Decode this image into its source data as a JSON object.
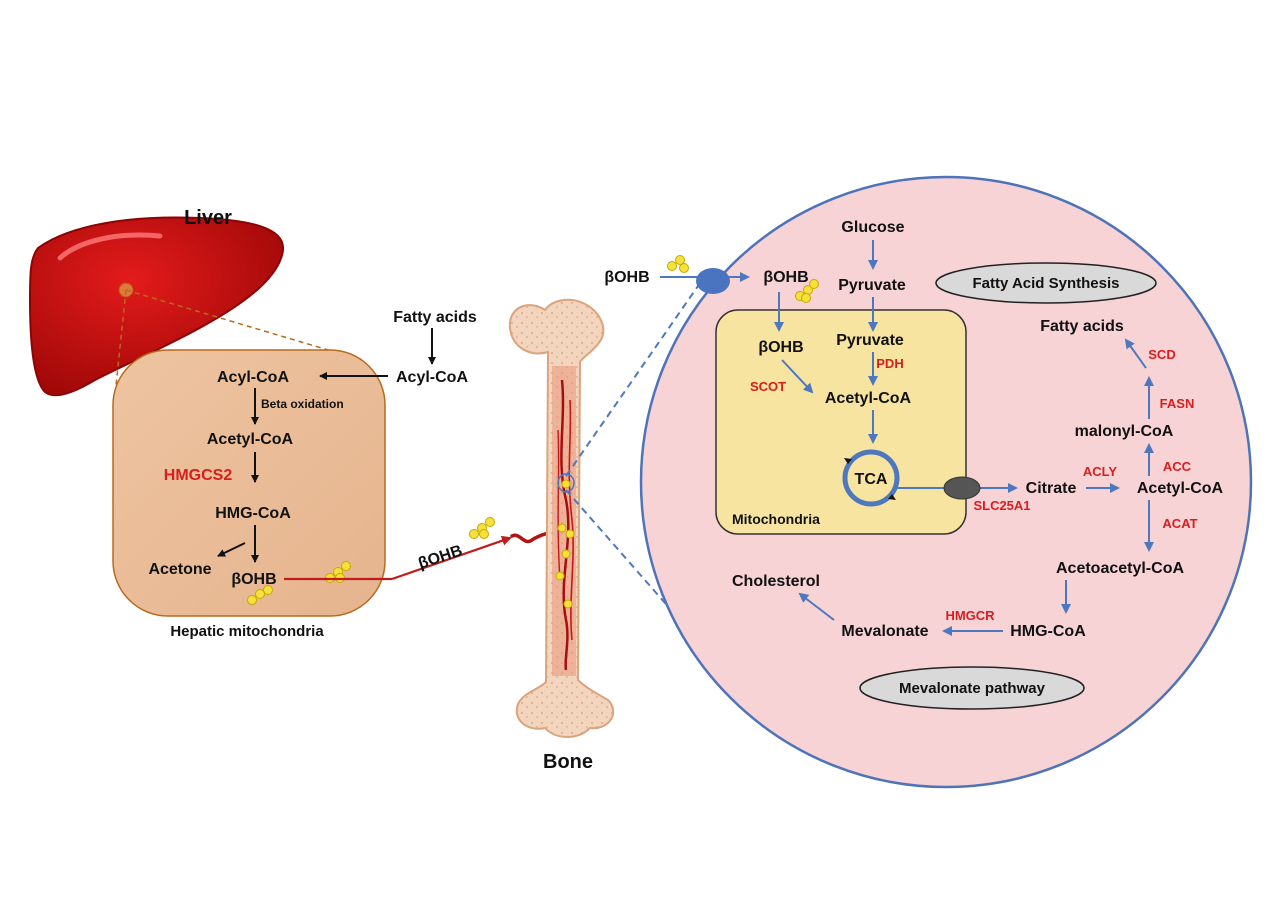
{
  "liver": {
    "title": "Liver",
    "mito_label": "Hepatic mitochondria",
    "fatty_acids": "Fatty acids",
    "acyl_coa_outside": "Acyl-CoA",
    "acyl_coa": "Acyl-CoA",
    "beta_oxidation": "Beta oxidation",
    "acetyl_coa": "Acetyl-CoA",
    "hmgcs2": "HMGCS2",
    "hmg_coa": "HMG-CoA",
    "acetone": "Acetone",
    "bohb": "βOHB"
  },
  "transport": {
    "bohb": "βOHB"
  },
  "bone": {
    "title": "Bone"
  },
  "cell": {
    "bohb_outside": "βOHB",
    "bohb_inside": "βOHB",
    "glucose": "Glucose",
    "pyruvate_cyto": "Pyruvate",
    "fatty_acid_synthesis": "Fatty Acid Synthesis",
    "mitochondria": {
      "label": "Mitochondria",
      "bohb": "βOHB",
      "pyruvate": "Pyruvate",
      "pdh": "PDH",
      "scot": "SCOT",
      "acetyl_coa": "Acetyl-CoA",
      "tca": "TCA"
    },
    "slc25a1": "SLC25A1",
    "citrate": "Citrate",
    "acly": "ACLY",
    "acetyl_coa": "Acetyl-CoA",
    "acc": "ACC",
    "malonyl_coa": "malonyl-CoA",
    "fasn": "FASN",
    "scd": "SCD",
    "fatty_acids": "Fatty acids",
    "acat": "ACAT",
    "acetoacetyl_coa": "Acetoacetyl-CoA",
    "hmg_coa": "HMG-CoA",
    "hmgcr": "HMGCR",
    "mevalonate": "Mevalonate",
    "cholesterol": "Cholesterol",
    "mevalonate_pathway": "Mevalonate pathway"
  },
  "colors": {
    "liver_red": "#cc0f0f",
    "liver_box": "#e9bf9c",
    "cell_pink": "#f7d3d6",
    "cell_border": "#4e73b8",
    "mito_yellow": "#f7e4a0",
    "blue_arrow": "#4e78bd",
    "enzyme_red": "#d81e1e",
    "bone_beige": "#f1cdb1",
    "ketone_yellow": "#f5e13a"
  }
}
